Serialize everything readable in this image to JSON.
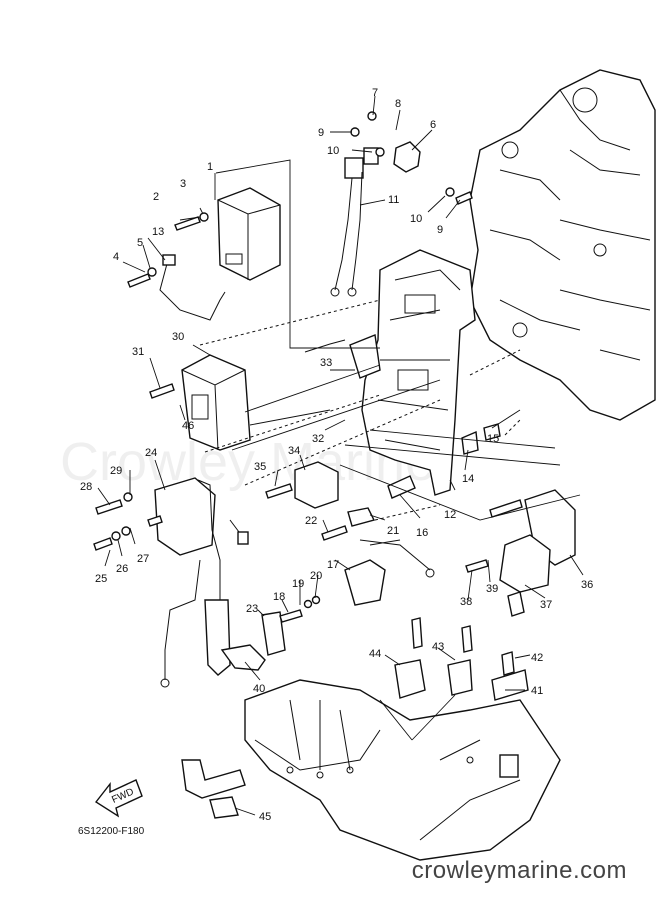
{
  "diagram": {
    "code": "6S12200-F180",
    "fwd_label": "FWD",
    "watermark": "Crowley Marine",
    "footer": "crowleymarine.com",
    "callouts": [
      "1",
      "2",
      "3",
      "4",
      "5",
      "6",
      "7",
      "8",
      "9",
      "9",
      "10",
      "10",
      "11",
      "12",
      "13",
      "14",
      "15",
      "16",
      "17",
      "18",
      "19",
      "20",
      "21",
      "22",
      "23",
      "24",
      "25",
      "26",
      "27",
      "28",
      "29",
      "30",
      "31",
      "32",
      "33",
      "34",
      "35",
      "36",
      "37",
      "38",
      "39",
      "40",
      "41",
      "42",
      "43",
      "44",
      "45",
      "46"
    ]
  }
}
